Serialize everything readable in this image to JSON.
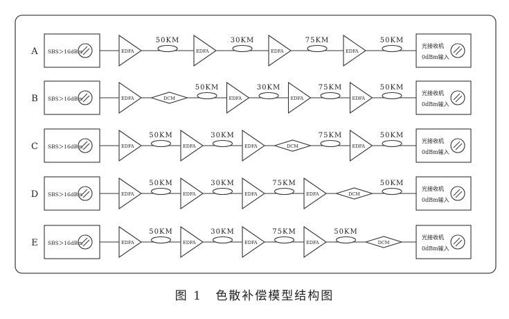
{
  "caption": {
    "number": "图 1",
    "title": "色散补偿模型结构图"
  },
  "source_block": {
    "label": "SBS＞16dBm"
  },
  "receiver_block": {
    "line1": "光接收机",
    "line2": "0dBm输入"
  },
  "rows": [
    {
      "label": "A",
      "elements": [
        {
          "type": "amp",
          "text": "EDFA"
        },
        {
          "type": "fiber",
          "text": "50KM"
        },
        {
          "type": "amp",
          "text": "EDFA"
        },
        {
          "type": "fiber",
          "text": "30KM"
        },
        {
          "type": "amp",
          "text": "EDFA"
        },
        {
          "type": "fiber",
          "text": "75KM"
        },
        {
          "type": "amp",
          "text": "EDFA"
        },
        {
          "type": "fiber",
          "text": "50KM"
        }
      ]
    },
    {
      "label": "B",
      "elements": [
        {
          "type": "amp",
          "text": "EDFA"
        },
        {
          "type": "dcm",
          "text": "DCM"
        },
        {
          "type": "fiber",
          "text": "50KM"
        },
        {
          "type": "amp",
          "text": "EDFA"
        },
        {
          "type": "fiber",
          "text": "30KM"
        },
        {
          "type": "amp",
          "text": "EDFA"
        },
        {
          "type": "fiber",
          "text": "75KM"
        },
        {
          "type": "amp",
          "text": "EDFA"
        },
        {
          "type": "fiber",
          "text": "50KM"
        }
      ]
    },
    {
      "label": "C",
      "elements": [
        {
          "type": "amp",
          "text": "EDFA"
        },
        {
          "type": "fiber",
          "text": "50KM"
        },
        {
          "type": "amp",
          "text": "EDFA"
        },
        {
          "type": "fiber",
          "text": "30KM"
        },
        {
          "type": "amp",
          "text": "EDFA"
        },
        {
          "type": "dcm",
          "text": "DCM"
        },
        {
          "type": "fiber",
          "text": "75KM"
        },
        {
          "type": "amp",
          "text": "EDFA"
        },
        {
          "type": "fiber",
          "text": "50KM"
        }
      ]
    },
    {
      "label": "D",
      "elements": [
        {
          "type": "amp",
          "text": "EDFA"
        },
        {
          "type": "fiber",
          "text": "50KM"
        },
        {
          "type": "amp",
          "text": "EDFA"
        },
        {
          "type": "fiber",
          "text": "30KM"
        },
        {
          "type": "amp",
          "text": "EDFA"
        },
        {
          "type": "fiber",
          "text": "75KM"
        },
        {
          "type": "amp",
          "text": "EDFA"
        },
        {
          "type": "dcm",
          "text": "DCM"
        },
        {
          "type": "fiber",
          "text": "50KM"
        }
      ]
    },
    {
      "label": "E",
      "elements": [
        {
          "type": "amp",
          "text": "EDFA"
        },
        {
          "type": "fiber",
          "text": "50KM"
        },
        {
          "type": "amp",
          "text": "EDFA"
        },
        {
          "type": "fiber",
          "text": "30KM"
        },
        {
          "type": "amp",
          "text": "EDFA"
        },
        {
          "type": "fiber",
          "text": "75KM"
        },
        {
          "type": "amp",
          "text": "EDFA"
        },
        {
          "type": "fiber",
          "text": "50KM"
        },
        {
          "type": "dcm",
          "text": "DCM"
        }
      ]
    }
  ]
}
